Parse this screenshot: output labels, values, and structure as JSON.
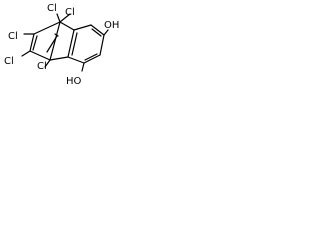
{
  "molecule": {
    "labels": {
      "cl_top_left": "Cl",
      "cl_top_right": "Cl",
      "cl_upper_left": "Cl",
      "cl_mid_left": "Cl",
      "cl_bridgehead": "Cl",
      "oh_upper_right": "OH",
      "oh_lower_left": "HO"
    }
  }
}
